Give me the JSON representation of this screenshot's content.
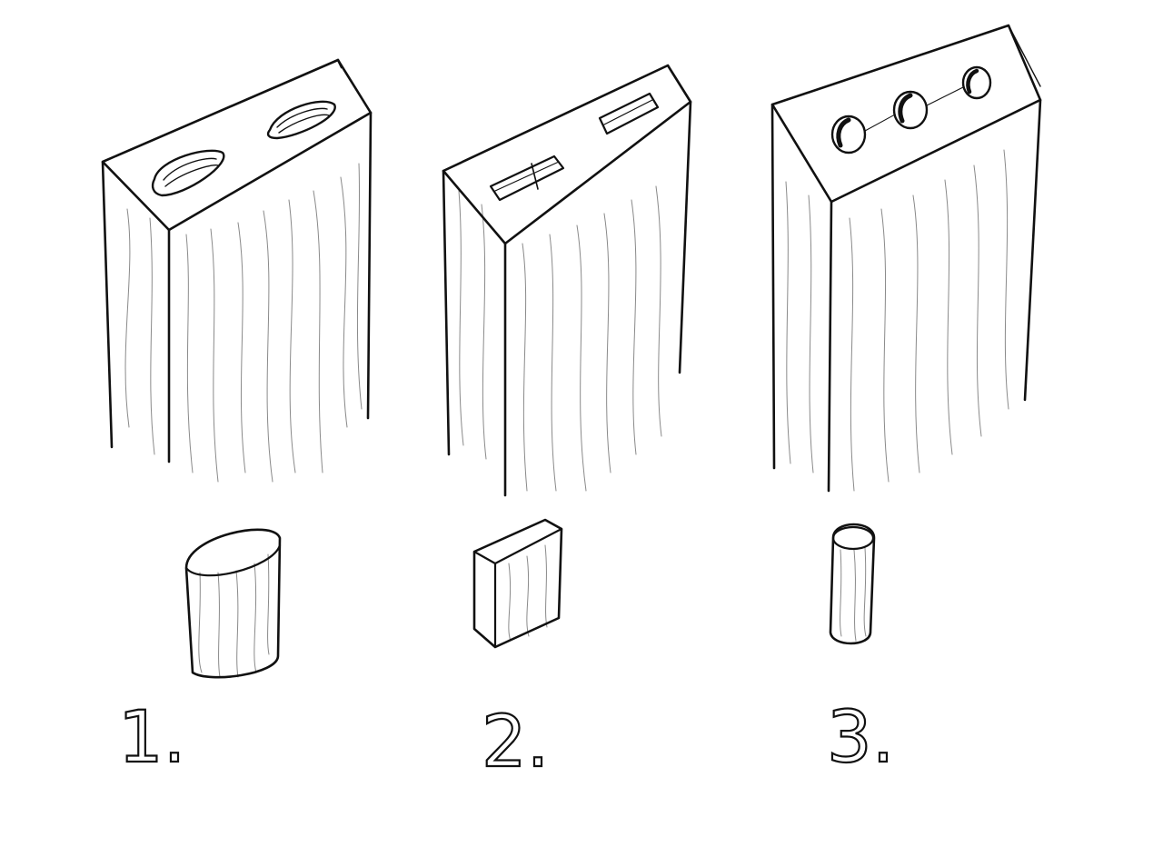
{
  "labels": {
    "first": "1.",
    "second": "2.",
    "third": "3."
  },
  "colors": {
    "ink": "#111111",
    "grain": "#8a8a8a",
    "paper": "#ffffff"
  }
}
